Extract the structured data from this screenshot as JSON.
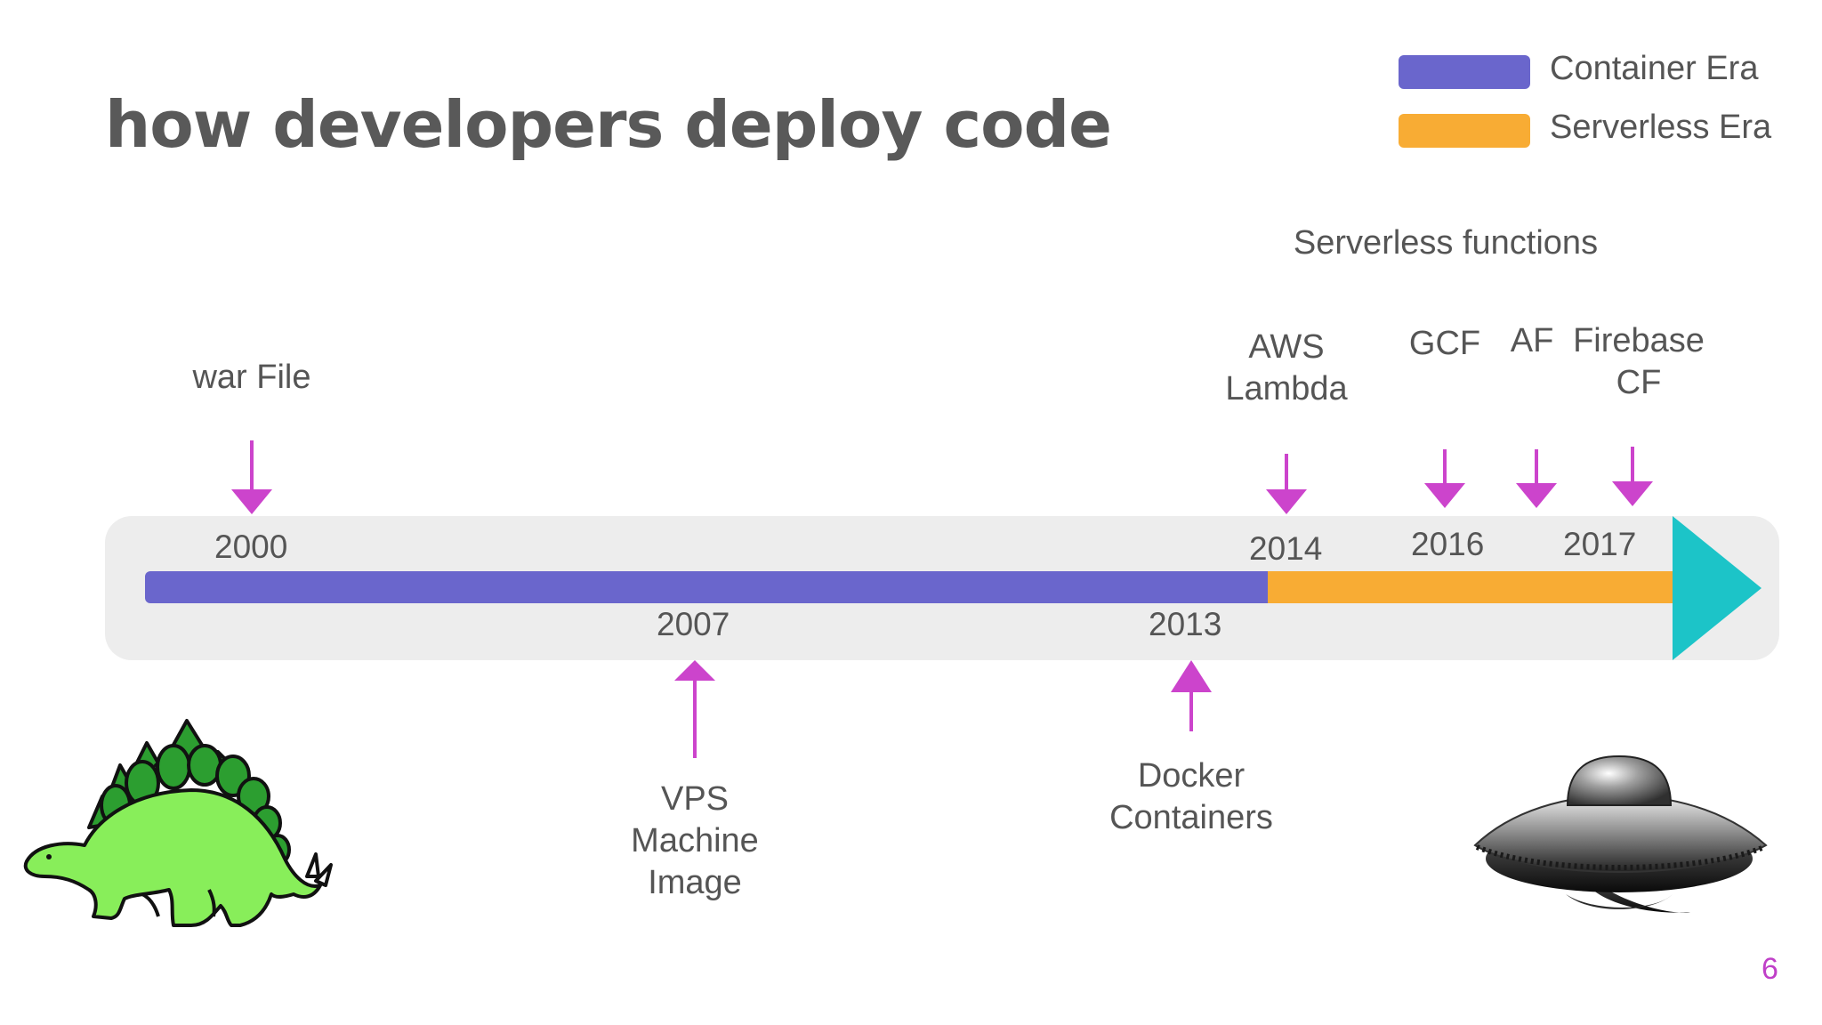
{
  "title": "how developers deploy code",
  "legend": [
    {
      "label": "Container Era",
      "color": "#6a66cc"
    },
    {
      "label": "Serverless Era",
      "color": "#f8ac34"
    }
  ],
  "group_label": "Serverless functions",
  "above": [
    {
      "label": "war File",
      "year": "2000"
    },
    {
      "label": "AWS\nLambda",
      "year": "2014"
    },
    {
      "label": "GCF",
      "year": "2016"
    },
    {
      "label": "AF",
      "year": ""
    },
    {
      "label": "Firebase\nCF",
      "year": "2017"
    }
  ],
  "below": [
    {
      "label": "VPS\nMachine\nImage",
      "year": "2007"
    },
    {
      "label": "Docker\nContainers",
      "year": "2013"
    }
  ],
  "colors": {
    "arrow": "#cc44cc",
    "track": "#ededed",
    "arrowhead": "#1cc4c8",
    "container": "#6a66cc",
    "serverless": "#f8ac34"
  },
  "icons": [
    "stegosaurus-icon",
    "ufo-icon"
  ],
  "page_number": "6"
}
